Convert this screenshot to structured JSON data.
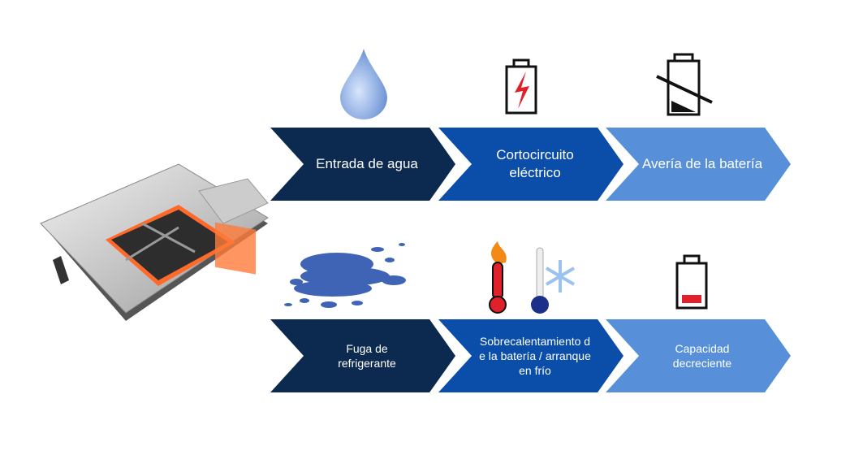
{
  "colors": {
    "step1": "#0c2a4f",
    "step2": "#0b4ea9",
    "step3": "#5790d9",
    "alert": "#e0202a"
  },
  "row1": [
    {
      "label": "Entrada de agua",
      "icon": "water-drop-icon"
    },
    {
      "label": "Cortocircuito eléctrico",
      "icon": "battery-lightning-icon"
    },
    {
      "label": "Avería de la batería",
      "icon": "battery-crossed-icon"
    }
  ],
  "row2": [
    {
      "label": "Fuga de refrigerante",
      "icon": "liquid-puddle-icon"
    },
    {
      "label": "Sobrecalentamiento de la batería / arranque en frío",
      "icon": "hot-cold-thermometer-icon"
    },
    {
      "label": "Capacidad decreciente",
      "icon": "low-battery-icon"
    }
  ]
}
